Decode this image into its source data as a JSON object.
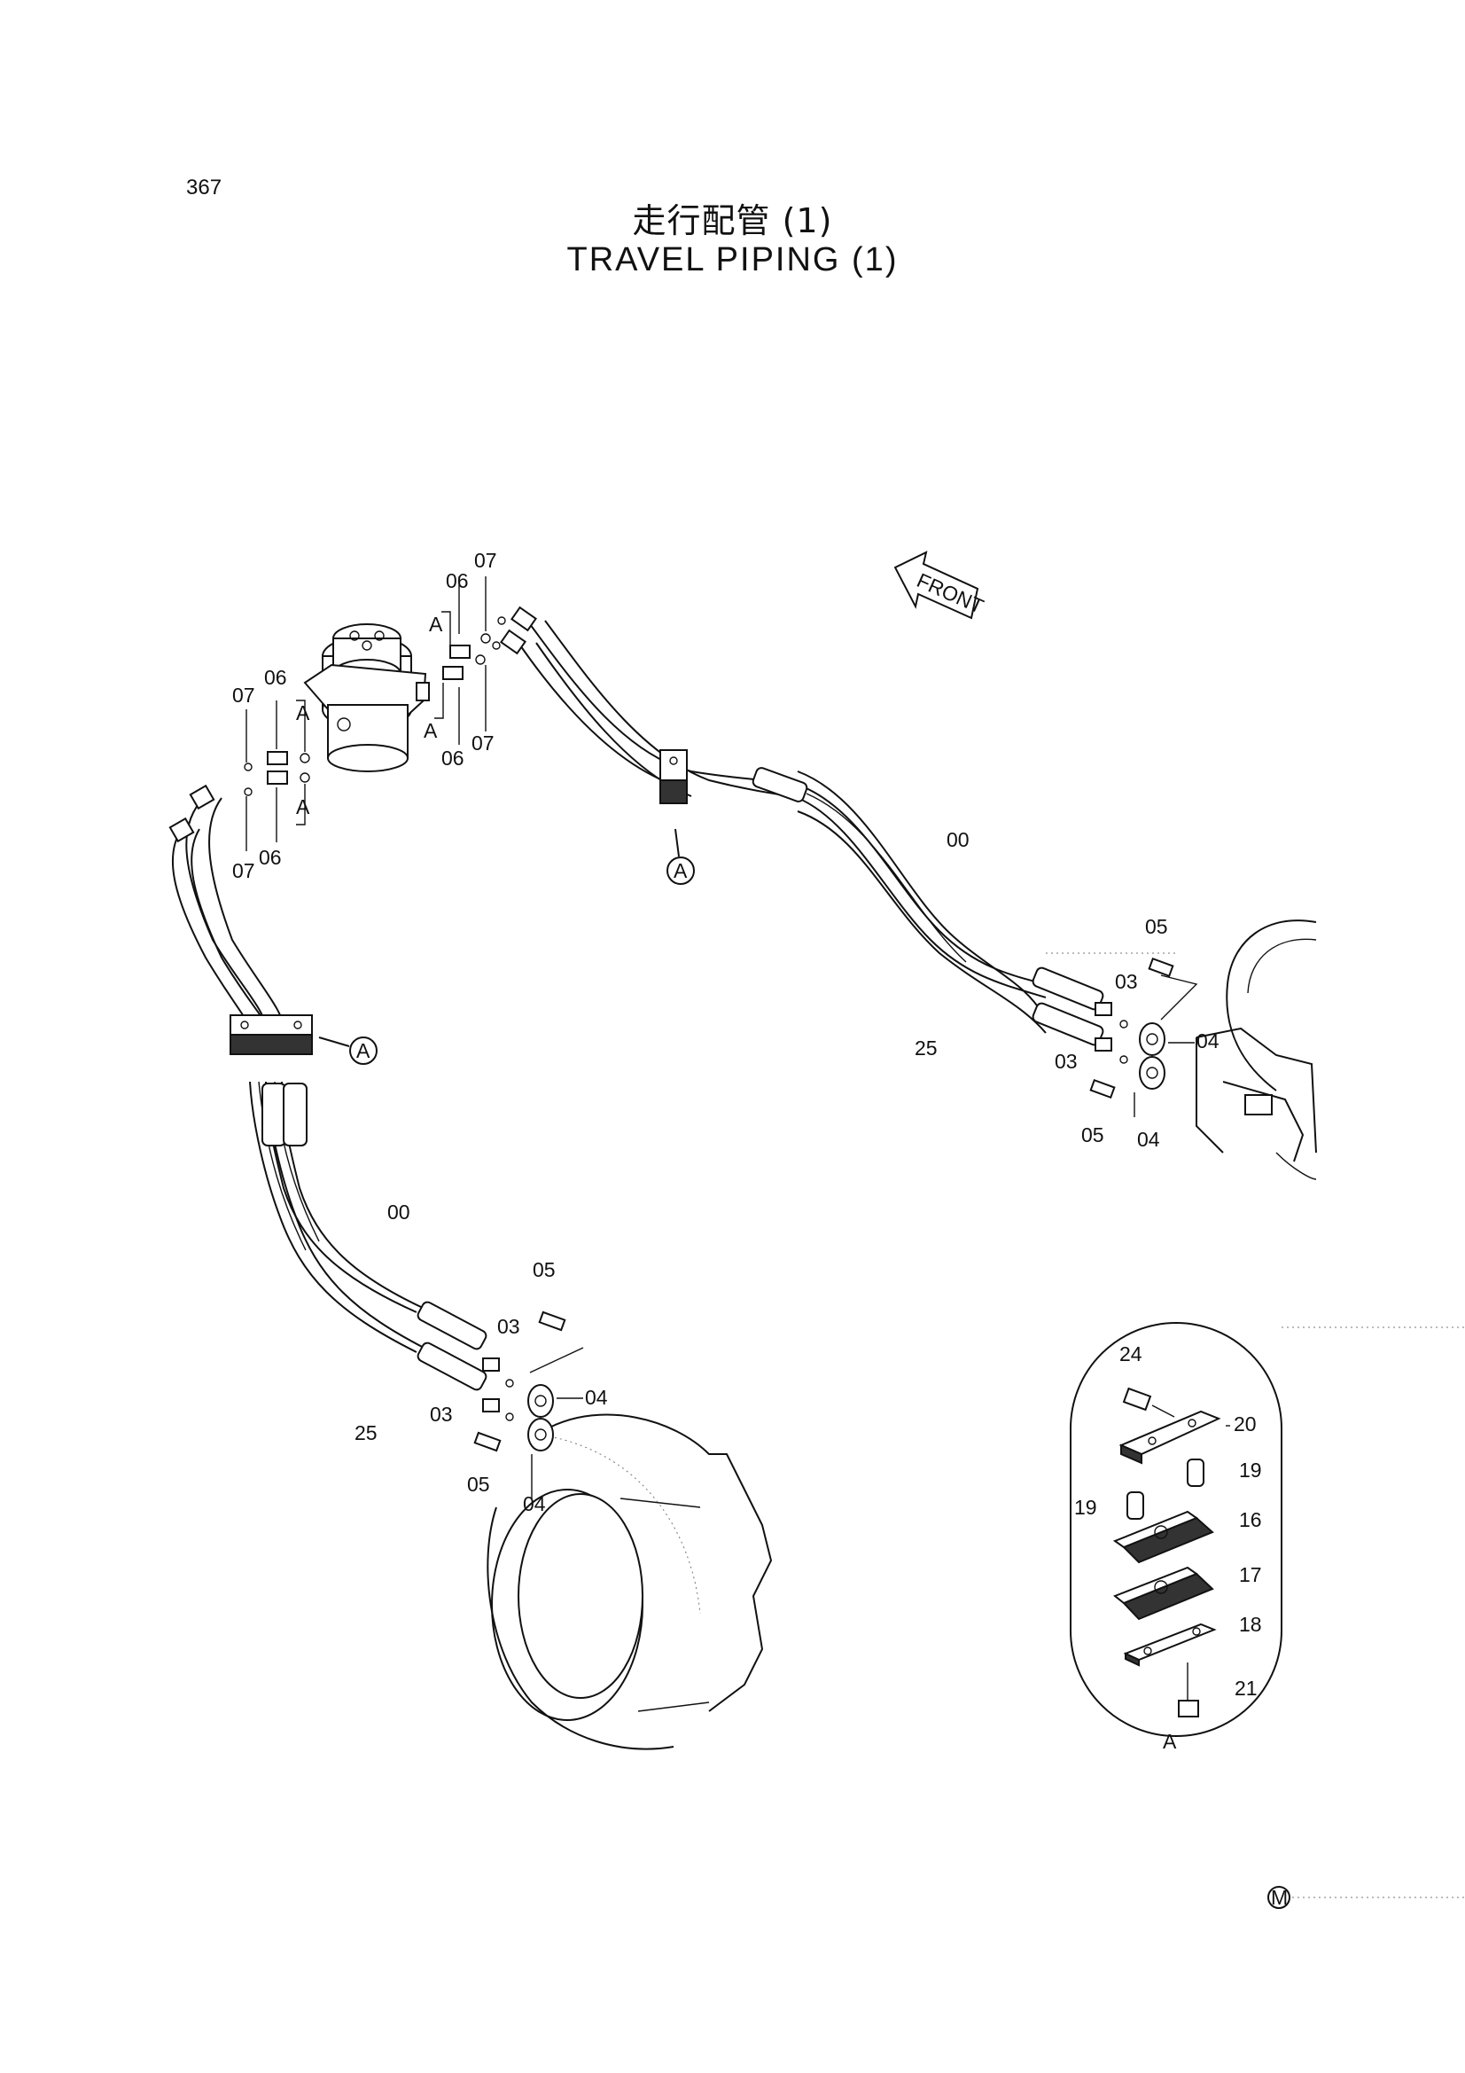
{
  "page_number": "367",
  "title_jp": "走行配管 (1)",
  "title_en": "TRAVEL PIPING (1)",
  "front_label": "FRONT",
  "view_ref": "A",
  "detail_label": "A",
  "maker_mark": "M",
  "labels": {
    "sw_07a": "07",
    "sw_06a": "06",
    "sw_06b": "06",
    "sw_07b": "07",
    "sw_A1": "A",
    "sw_A2": "A",
    "ne_06a": "06",
    "ne_07a": "07",
    "ne_07b": "07",
    "ne_06b": "06",
    "ne_A1": "A",
    "ne_A2": "A",
    "r_00": "00",
    "r_25": "25",
    "r_05a": "05",
    "r_03a": "03",
    "r_03b": "03",
    "r_04a": "04",
    "r_05b": "05",
    "r_04b": "04",
    "l_00": "00",
    "l_25": "25",
    "l_05a": "05",
    "l_03a": "03",
    "l_03b": "03",
    "l_04a": "04",
    "l_05b": "05",
    "l_04b": "04",
    "d_24": "24",
    "d_20": "20",
    "d_19a": "19",
    "d_19b": "19",
    "d_16": "16",
    "d_17": "17",
    "d_18": "18",
    "d_21": "21"
  }
}
